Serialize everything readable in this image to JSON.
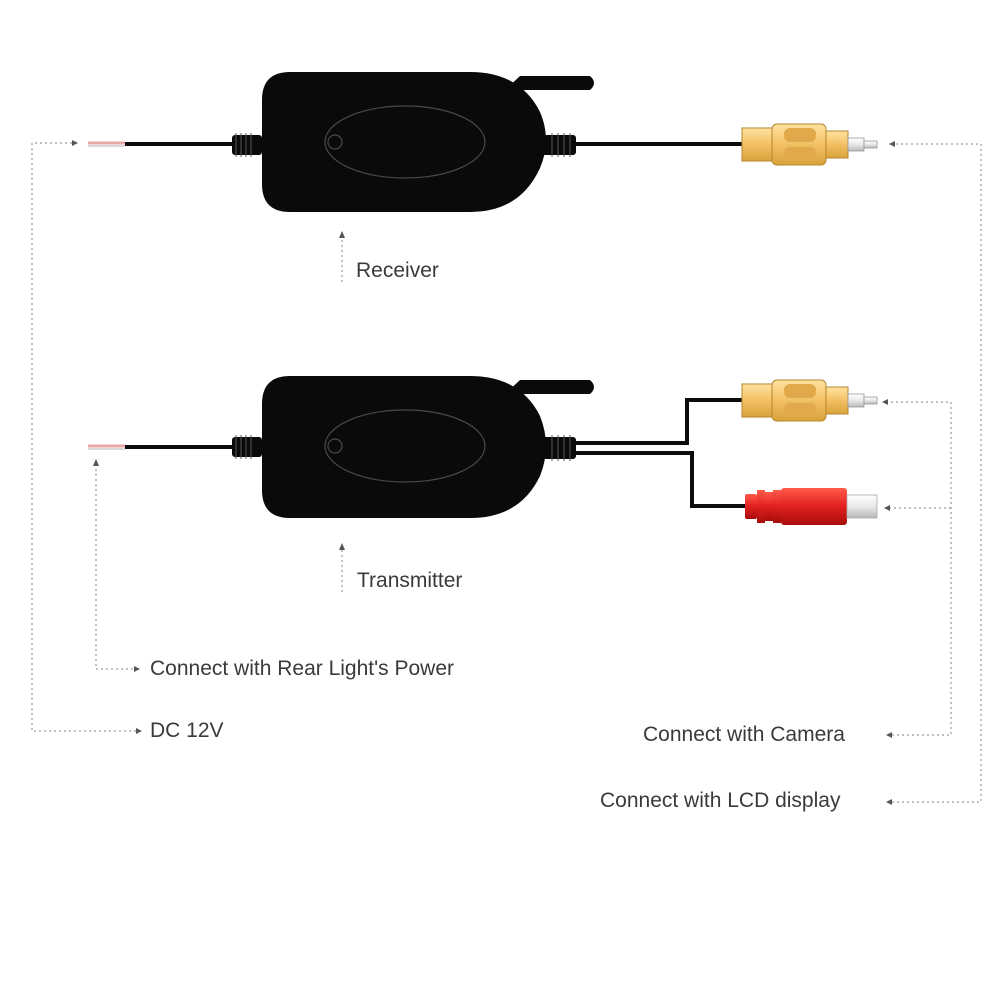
{
  "labels": {
    "receiver": "Receiver",
    "transmitter": "Transmitter",
    "rear_light_power": "Connect with Rear Light's Power",
    "dc_12v": "DC 12V",
    "camera": "Connect with Camera",
    "lcd_display": "Connect with LCD display"
  },
  "colors": {
    "device_body": "#0a0a0a",
    "rca_yellow": "#f2c063",
    "rca_red": "#e0201e",
    "guide_line": "#9a9a9a",
    "label_text": "#3a3a3a"
  }
}
